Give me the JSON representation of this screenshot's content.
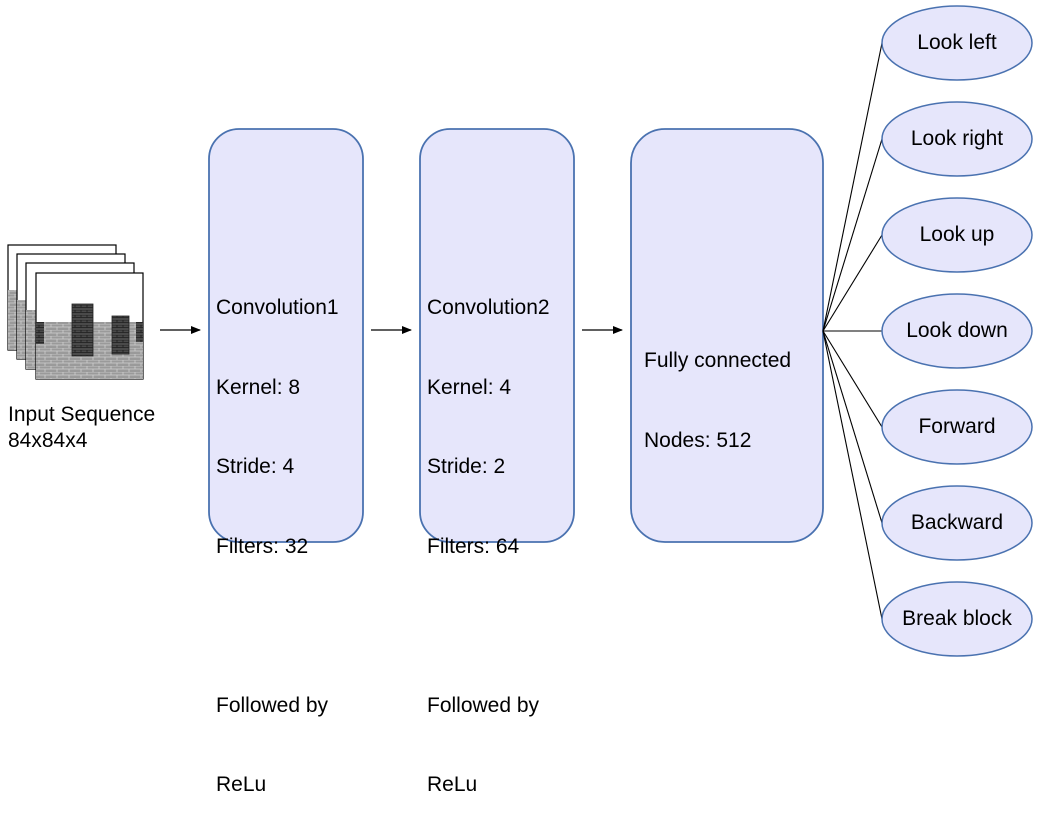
{
  "input": {
    "label": "Input Sequence",
    "dims": "84x84x4"
  },
  "conv1": {
    "title": "Convolution1",
    "lines": [
      "Kernel: 8",
      "Stride: 4",
      "Filters: 32"
    ],
    "activation_lines": [
      "Followed by",
      "ReLu"
    ]
  },
  "conv2": {
    "title": "Convolution2",
    "lines": [
      "Kernel: 4",
      "Stride: 2",
      "Filters: 64"
    ],
    "activation_lines": [
      "Followed by",
      "ReLu"
    ]
  },
  "fc": {
    "title": "Fully connected",
    "lines": [
      "Nodes: 512"
    ]
  },
  "outputs": [
    "Look left",
    "Look right",
    "Look up",
    "Look down",
    "Forward",
    "Backward",
    "Break block"
  ],
  "colors": {
    "box_fill": "#e6e6fb",
    "box_stroke": "#4a72b0",
    "oval_fill": "#e6e6fb",
    "oval_stroke": "#4a72b0",
    "line": "#000000"
  }
}
